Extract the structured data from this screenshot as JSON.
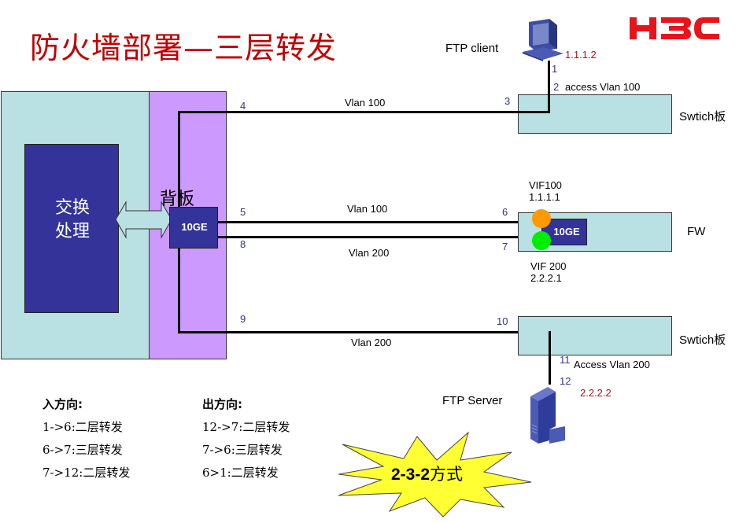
{
  "title": "防火墙部署—三层转发",
  "logo": {
    "text": "H3C",
    "color": "#e8141b"
  },
  "backplane": {
    "label": "背板",
    "switching_block": "交换\n处理",
    "switching_block_line1": "交换",
    "switching_block_line2": "处理",
    "port_label": "10GE"
  },
  "devices": {
    "ftp_client": {
      "label": "FTP client",
      "ip": "1.1.1.2",
      "icon": "computer-icon"
    },
    "ftp_server": {
      "label": "FTP  Server",
      "ip": "2.2.2.2",
      "icon": "server-icon"
    },
    "switch_top": {
      "label": "Swtich板"
    },
    "switch_bottom": {
      "label": "Swtich板"
    },
    "firewall": {
      "label": "FW",
      "port_label": "10GE",
      "vif100": {
        "name": "VIF100",
        "ip": "1.1.1.1",
        "color": "#ff9900"
      },
      "vif200": {
        "name": "VIF 200",
        "ip": "2.2.2.1",
        "color": "#00ee00"
      }
    }
  },
  "ports": [
    "1",
    "2",
    "3",
    "4",
    "5",
    "6",
    "7",
    "8",
    "9",
    "10",
    "11",
    "12"
  ],
  "links": {
    "top": "Vlan 100",
    "mid_upper": "Vlan 100",
    "mid_lower": "Vlan 200",
    "bottom": "Vlan 200",
    "client_access": "access Vlan 100",
    "server_access": "Access  Vlan 200"
  },
  "inbound": {
    "heading": "入方向:",
    "items": [
      "1->6:二层转发",
      "6->7:三层转发",
      "7->12:二层转发"
    ]
  },
  "outbound": {
    "heading": "出方向:",
    "items": [
      "12->7:二层转发",
      "7->6:三层转发",
      "6>1:二层转发"
    ]
  },
  "callout": {
    "bold": "2-3-2",
    "text": "方式"
  }
}
